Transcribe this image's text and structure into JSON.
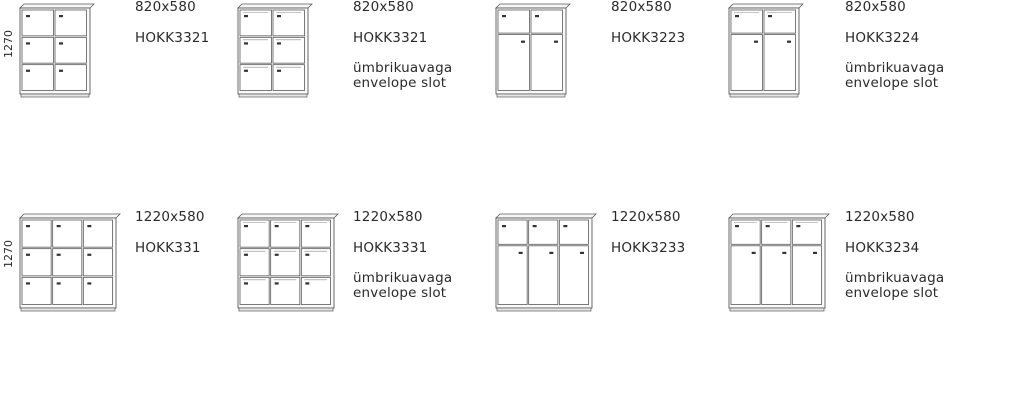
{
  "height_label": "1270",
  "rows": [
    [
      {
        "size": "820x580",
        "code": "HOKK3321",
        "note": "",
        "cols": 2,
        "rows": 3,
        "big_rows": 0,
        "slot": false
      },
      {
        "size": "820x580",
        "code": "HOKK3321",
        "note": "ümbrikuavaga\nenvelope slot",
        "cols": 2,
        "rows": 3,
        "big_rows": 0,
        "slot": true
      },
      {
        "size": "820x580",
        "code": "HOKK3223",
        "note": "",
        "cols": 2,
        "rows": 2,
        "big_rows": 1,
        "slot": false
      },
      {
        "size": "820x580",
        "code": "HOKK3224",
        "note": "ümbrikuavaga\nenvelope slot",
        "cols": 2,
        "rows": 2,
        "big_rows": 1,
        "slot": true
      }
    ],
    [
      {
        "size": "1220x580",
        "code": "HOKK331",
        "note": "",
        "cols": 3,
        "rows": 3,
        "big_rows": 0,
        "slot": false
      },
      {
        "size": "1220x580",
        "code": "HOKK3331",
        "note": "ümbrikuavaga\nenvelope slot",
        "cols": 3,
        "rows": 3,
        "big_rows": 0,
        "slot": true
      },
      {
        "size": "1220x580",
        "code": "HOKK3233",
        "note": "",
        "cols": 3,
        "rows": 2,
        "big_rows": 1,
        "slot": false
      },
      {
        "size": "1220x580",
        "code": "HOKK3234",
        "note": "ümbrikuavaga\nenvelope slot",
        "cols": 3,
        "rows": 2,
        "big_rows": 1,
        "slot": true
      }
    ]
  ]
}
